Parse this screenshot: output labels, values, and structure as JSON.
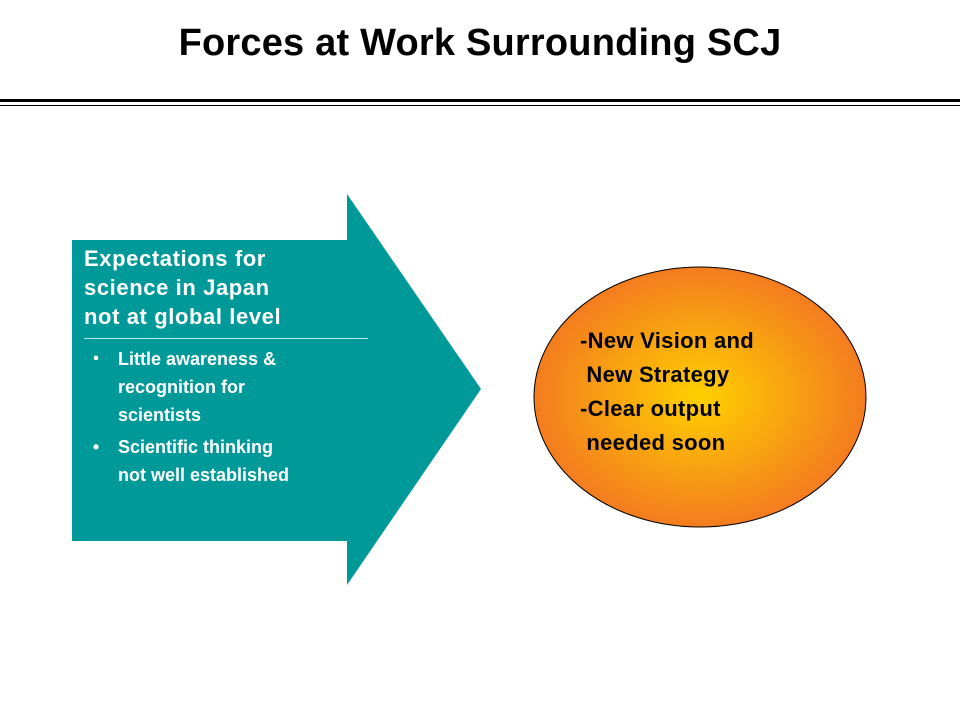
{
  "slide": {
    "title": "Forces at Work Surrounding SCJ"
  },
  "arrow": {
    "fill_color": "#009999",
    "heading_lines": [
      "Expectations for",
      "science in Japan",
      "not at global level"
    ],
    "bullets": [
      {
        "mark": "・",
        "lines": [
          "Little awareness &",
          "recognition for",
          "scientists"
        ]
      },
      {
        "mark": "•",
        "lines": [
          "Scientific thinking",
          "not well established"
        ]
      }
    ]
  },
  "oval": {
    "gradient_center_color": "#ffd000",
    "gradient_edge_color": "#f37c1f",
    "outline_color": "#000000",
    "lines": [
      "-New Vision and",
      " New Strategy",
      "-Clear output",
      " needed soon"
    ]
  }
}
